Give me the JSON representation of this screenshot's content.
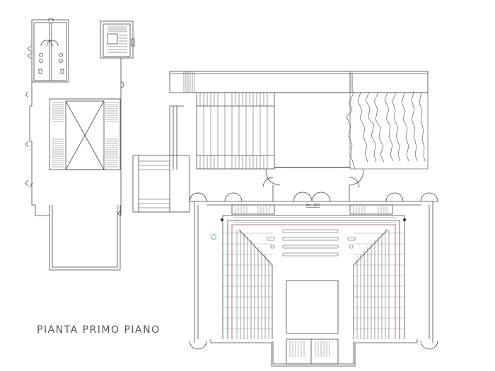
{
  "drawing": {
    "title": "PIANTA PRIMO PIANO",
    "auditorium_label": "tel. 160",
    "colors": {
      "background": "#ffffff",
      "line": "#444444",
      "wall_accent": "#8a5555",
      "marker": "#3a9a3a"
    },
    "sections": [
      {
        "name": "left-wing-rooms"
      },
      {
        "name": "stair-tower"
      },
      {
        "name": "main-staircase"
      },
      {
        "name": "entrance-courtyard"
      },
      {
        "name": "terrace-bridge"
      },
      {
        "name": "terrace-stairs"
      },
      {
        "name": "rock-garden"
      },
      {
        "name": "auditorium"
      }
    ]
  }
}
